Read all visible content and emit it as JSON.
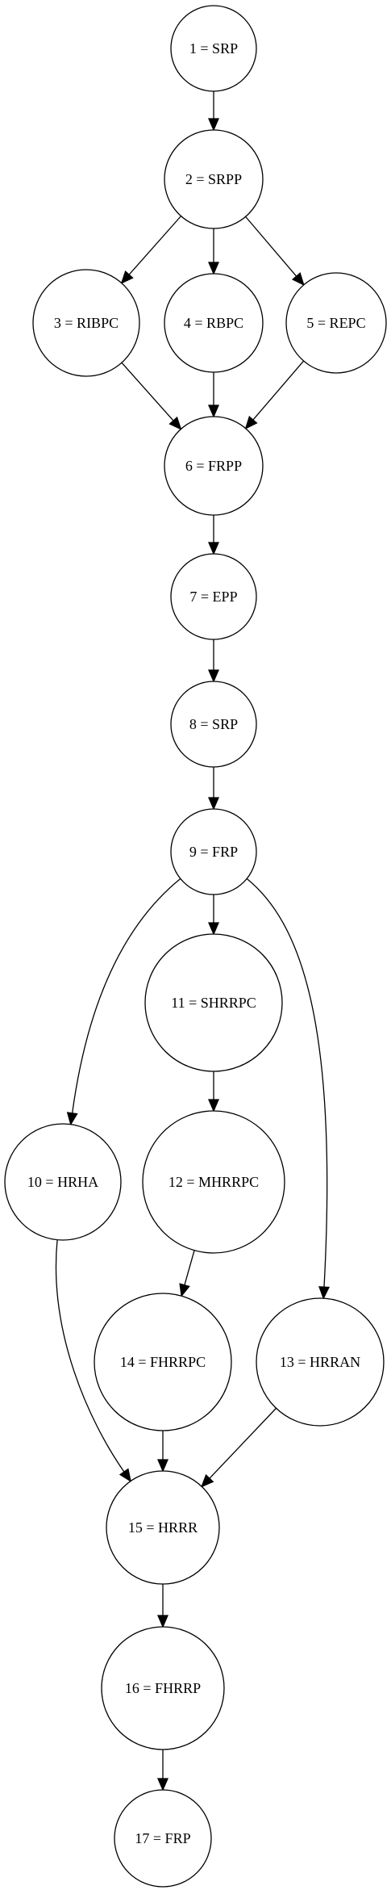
{
  "nodes": [
    {
      "id": "n1",
      "label": "1 = SRP"
    },
    {
      "id": "n2",
      "label": "2 = SRPP"
    },
    {
      "id": "n3",
      "label": "3 = RIBPC"
    },
    {
      "id": "n4",
      "label": "4 = RBPC"
    },
    {
      "id": "n5",
      "label": "5 = REPC"
    },
    {
      "id": "n6",
      "label": "6 = FRPP"
    },
    {
      "id": "n7",
      "label": "7 = EPP"
    },
    {
      "id": "n8",
      "label": "8 = SRP"
    },
    {
      "id": "n9",
      "label": "9 = FRP"
    },
    {
      "id": "n10",
      "label": "10 = HRHA"
    },
    {
      "id": "n11",
      "label": "11 = SHRRPC"
    },
    {
      "id": "n12",
      "label": "12 = MHRRPC"
    },
    {
      "id": "n13",
      "label": "13 = HRRAN"
    },
    {
      "id": "n14",
      "label": "14 = FHRRPC"
    },
    {
      "id": "n15",
      "label": "15 = HRRR"
    },
    {
      "id": "n16",
      "label": "16 = FHRRP"
    },
    {
      "id": "n17",
      "label": "17 = FRP"
    }
  ],
  "edges": [
    {
      "from": "n1",
      "to": "n2"
    },
    {
      "from": "n2",
      "to": "n3"
    },
    {
      "from": "n2",
      "to": "n4"
    },
    {
      "from": "n2",
      "to": "n5"
    },
    {
      "from": "n3",
      "to": "n6"
    },
    {
      "from": "n4",
      "to": "n6"
    },
    {
      "from": "n5",
      "to": "n6"
    },
    {
      "from": "n6",
      "to": "n7"
    },
    {
      "from": "n7",
      "to": "n8"
    },
    {
      "from": "n8",
      "to": "n9"
    },
    {
      "from": "n9",
      "to": "n10"
    },
    {
      "from": "n9",
      "to": "n11"
    },
    {
      "from": "n9",
      "to": "n13"
    },
    {
      "from": "n11",
      "to": "n12"
    },
    {
      "from": "n12",
      "to": "n14"
    },
    {
      "from": "n10",
      "to": "n15"
    },
    {
      "from": "n14",
      "to": "n15"
    },
    {
      "from": "n13",
      "to": "n15"
    },
    {
      "from": "n15",
      "to": "n16"
    },
    {
      "from": "n16",
      "to": "n17"
    }
  ]
}
